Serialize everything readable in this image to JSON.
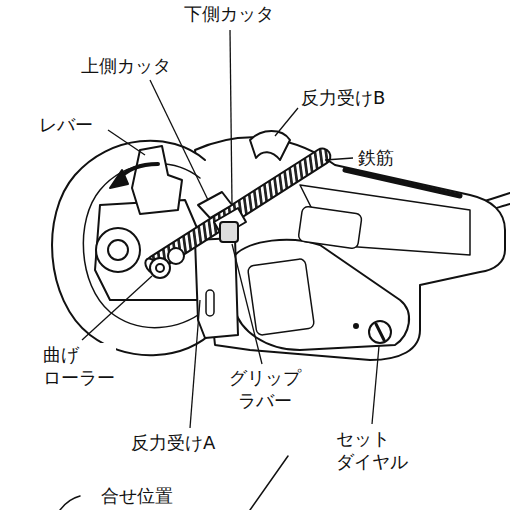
{
  "diagram": {
    "labels": [
      "下側カッタ",
      "上側カッタ",
      "反力受けB",
      "レバー",
      "鉄筋",
      "曲げ ローラー",
      "グリップ ラバー",
      "反力受けA",
      "セット ダイヤル",
      "合せ位置"
    ]
  }
}
